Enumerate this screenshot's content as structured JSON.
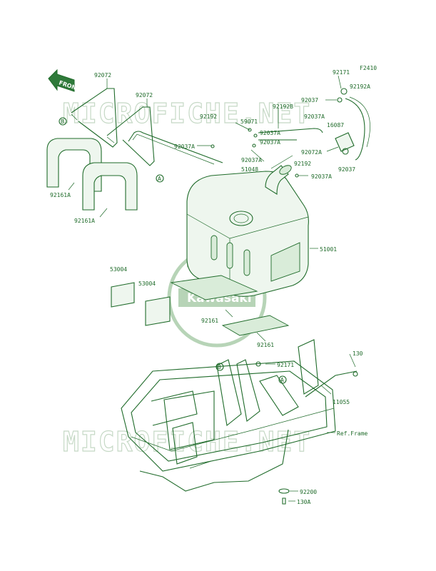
{
  "figure_code": "F2410",
  "watermark_text": "MICROFICHE.NET",
  "brand_logo_text": "Kawasaki",
  "front_arrow_text": "FRONT",
  "reference_frame_label": "Ref.Frame",
  "callouts": {
    "A": "A",
    "B": "B"
  },
  "part_labels": [
    "92072",
    "92072",
    "92161A",
    "92161A",
    "92192",
    "92037A",
    "59071",
    "92192B",
    "92037A",
    "92037A",
    "92037A",
    "92037A",
    "51048",
    "92037A",
    "92192",
    "92171",
    "92037",
    "92192A",
    "16087",
    "92072A",
    "92037",
    "51001",
    "53004",
    "53004",
    "92161",
    "92161",
    "92171",
    "130",
    "11055",
    "92200",
    "130A"
  ]
}
